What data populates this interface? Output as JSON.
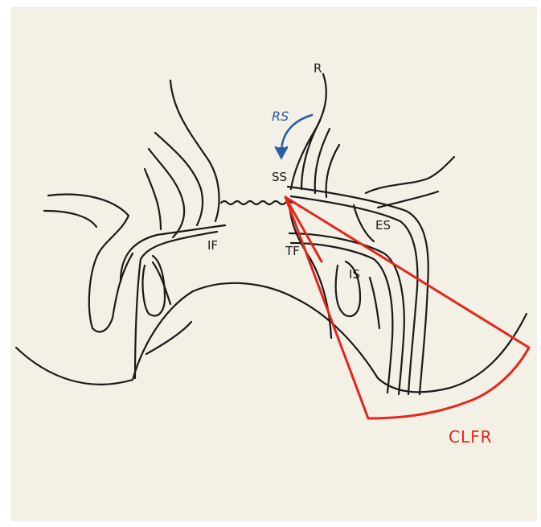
{
  "labels": {
    "r": "R",
    "rs": "RS",
    "ss": "SS",
    "if": "IF",
    "tf": "TF",
    "es": "ES",
    "is": "IS",
    "clfr": "CLFR"
  },
  "colors": {
    "paper": "#f3f0e6",
    "ink": "#1a1a1a",
    "highlight_red": "#e3271c",
    "arrow_blue": "#2a5fa8"
  }
}
